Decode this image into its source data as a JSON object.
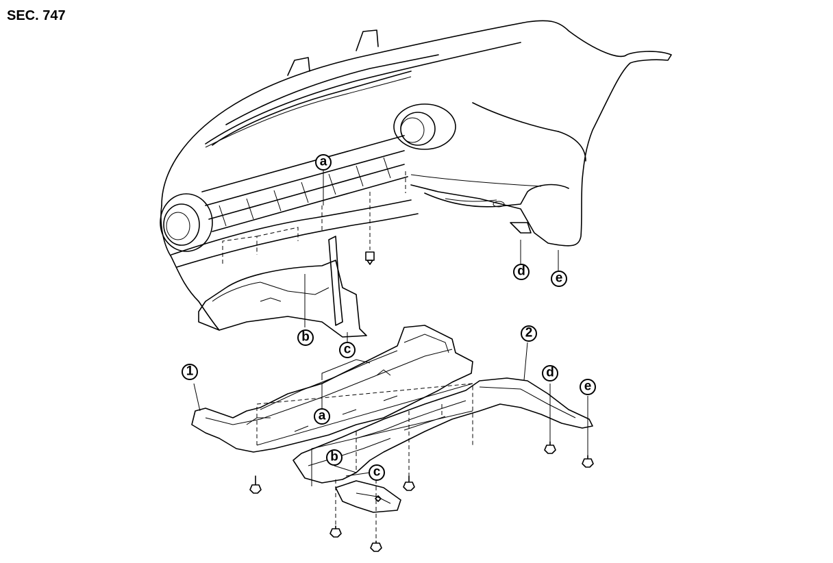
{
  "section_label": "SEC. 747",
  "labels": {
    "a_upper": "a",
    "b_upper": "b",
    "c_upper": "c",
    "d_upper": "d",
    "e_upper": "e",
    "part1": "1",
    "part2": "2",
    "a_lower": "a",
    "b_lower": "b",
    "c_lower": "c",
    "d_lower": "d",
    "e_lower": "e"
  }
}
